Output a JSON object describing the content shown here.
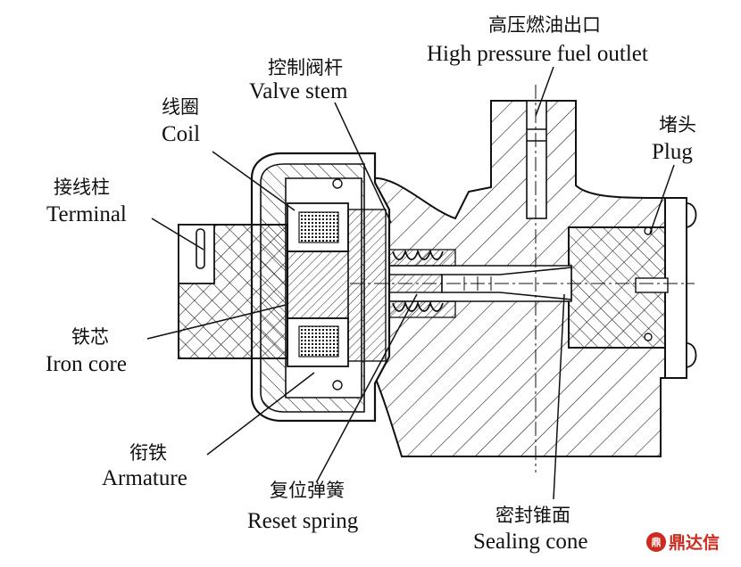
{
  "labels": {
    "outlet": {
      "cn": "高压燃油出口",
      "en": "High pressure fuel outlet"
    },
    "valve_stem": {
      "cn": "控制阀杆",
      "en": "Valve stem"
    },
    "coil": {
      "cn": "线圈",
      "en": "Coil"
    },
    "plug": {
      "cn": "堵头",
      "en": "Plug"
    },
    "terminal": {
      "cn": "接线柱",
      "en": "Terminal"
    },
    "iron_core": {
      "cn": "铁芯",
      "en": "Iron core"
    },
    "armature": {
      "cn": "衔铁",
      "en": "Armature"
    },
    "reset_spring": {
      "cn": "复位弹簧",
      "en": "Reset spring"
    },
    "sealing_cone": {
      "cn": "密封锥面",
      "en": "Sealing cone"
    }
  },
  "watermark": {
    "text": "鼎达信",
    "mark": "鼎"
  },
  "colors": {
    "line": "#111111",
    "watermark": "#cc2a1e"
  }
}
